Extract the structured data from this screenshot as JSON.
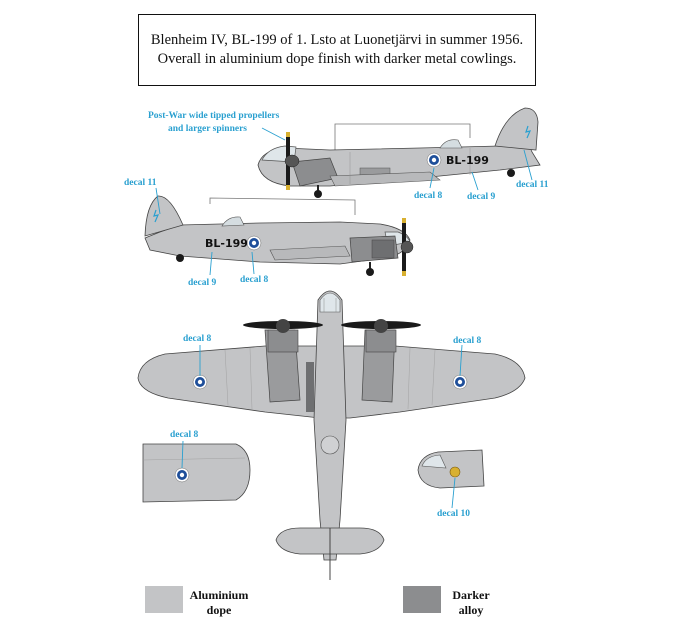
{
  "title": {
    "line1": "Blenheim IV, BL-199 of 1. Lsto at Luonetjärvi in summer 1956.",
    "line2": "Overall in aluminium dope finish with darker metal cowlings."
  },
  "callouts": {
    "propellers_line1": "Post-War wide tipped propellers",
    "propellers_line2": "and larger spinners",
    "decal11_right": "decal 11",
    "decal8_right_side": "decal 8",
    "decal9_right_side": "decal 9",
    "decal11_left": "decal 11",
    "decal9_left_side": "decal 9",
    "decal8_left_side": "decal 8",
    "decal8_wing_left": "decal 8",
    "decal8_wing_right": "decal 8",
    "decal8_wingtip": "decal 8",
    "decal10_nose": "decal 10"
  },
  "aircraft": {
    "serial_right": "BL-199",
    "serial_left": "BL-199"
  },
  "legend": {
    "aluminium_line1": "Aluminium",
    "aluminium_line2": "dope",
    "darker_line1": "Darker",
    "darker_line2": "alloy"
  },
  "colors": {
    "aluminium": "#c3c4c6",
    "darker_alloy": "#8c8d8f",
    "callout": "#2aa0d0",
    "roundel_blue": "#1f4f9a"
  }
}
